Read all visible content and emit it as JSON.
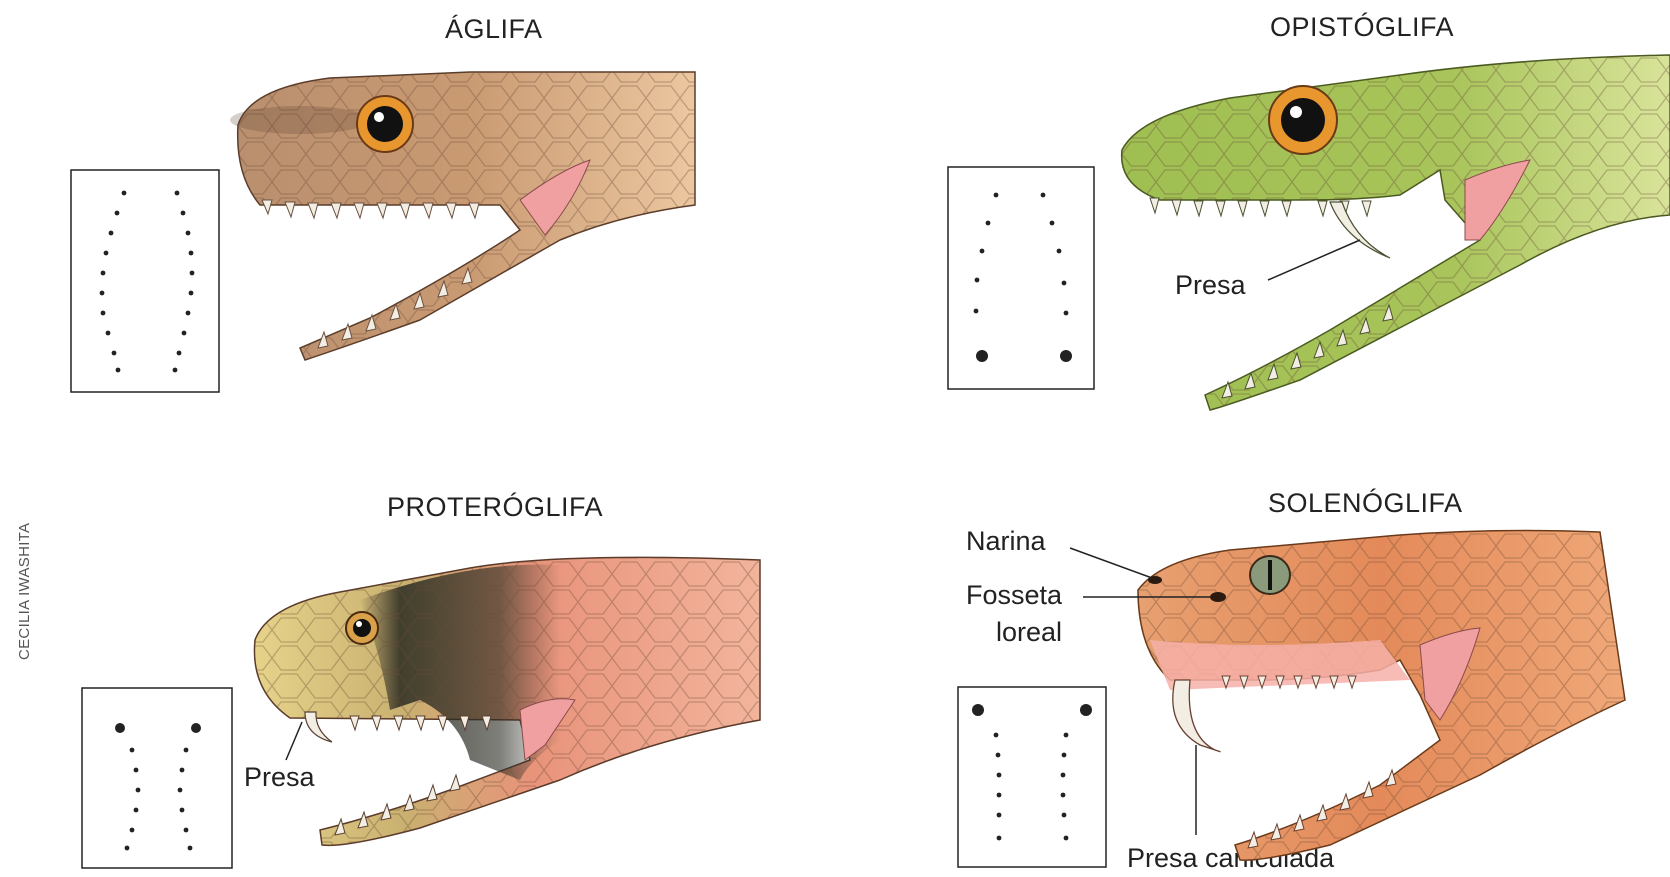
{
  "credit": "CECILIA IWASHITA",
  "panels": {
    "aglifa": {
      "title": "ÁGLIFA"
    },
    "opistoglifa": {
      "title": "OPISTÓGLIFA",
      "fang_label": "Presa"
    },
    "proteroglifa": {
      "title": "PROTERÓGLIFA",
      "fang_label": "Presa"
    },
    "solenoglifa": {
      "title": "SOLENÓGLIFA",
      "nostril_label": "Narina",
      "pit_label_line1": "Fosseta",
      "pit_label_line2": "loreal",
      "fang_label": "Presa caniculada"
    }
  },
  "colors": {
    "aglifa_head": "#c99a72",
    "opistoglifa_head": "#a8c45a",
    "proteroglifa_head": "#e8937a",
    "proteroglifa_snout": "#e6d38a",
    "solenoglifa_head": "#e48a5a",
    "mouth_pink": "#f0a0a0",
    "eye_ring": "#e8962e"
  }
}
